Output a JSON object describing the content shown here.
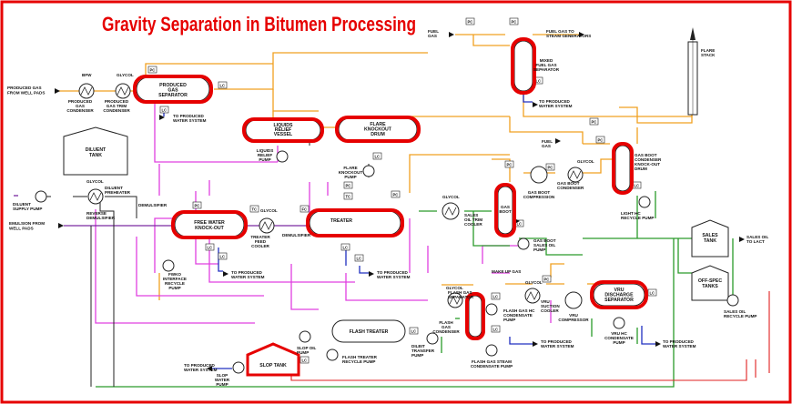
{
  "title": "Gravity Separation in Bitumen Processing",
  "colors": {
    "border": "#e60000",
    "highlight": "#e60000",
    "orange": "#f0a020",
    "magenta": "#e040e0",
    "green": "#2a9a2a",
    "blue": "#2030c0",
    "purple": "#7a2aa0",
    "red_line": "#e02020",
    "black_line": "#222222",
    "ink": "#111111"
  },
  "labels": {
    "produced_gas_from_well_pads": [
      "PRODUCED GAS",
      "FROM WELL PADS"
    ],
    "bfw": "BFW",
    "glycol": "GLYCOL",
    "produced_gas_condenser": [
      "PRODUCED",
      "GAS",
      "CONDENSER"
    ],
    "produced_gas_trim_condenser": [
      "PRODUCED",
      "GAS TRIM",
      "CONDENSER"
    ],
    "produced_gas_separator": [
      "PRODUCED",
      "GAS",
      "SEPARATOR"
    ],
    "to_produced_water_system": [
      "TO PRODUCED",
      "WATER SYSTEM"
    ],
    "liquids_relief_vessel": [
      "LIQUIDS",
      "RELIEF",
      "VESSEL"
    ],
    "liquids_relief_pump": [
      "LIQUIDS",
      "RELIEF",
      "PUMP"
    ],
    "flare_knockout_drum": [
      "FLARE",
      "KNOCKOUT",
      "DRUM"
    ],
    "flare_knockout_pump": [
      "FLARE",
      "KNOCKOUT",
      "PUMP"
    ],
    "diluent_tank": [
      "DILUENT",
      "TANK"
    ],
    "diluent_supply_pump": [
      "DILUENT",
      "SUPPLY PUMP"
    ],
    "diluent_preheater": [
      "DILUENT",
      "PREHEATER"
    ],
    "reverse_demulsifier": [
      "REVERSE",
      "DEMULSIFIER"
    ],
    "demulsifier": "DEMULSIFIER",
    "emulsion_from_well_pads": [
      "EMULSION FROM",
      "WELL PADS"
    ],
    "free_water_knockout": [
      "FREE WATER",
      "KNOCK-OUT"
    ],
    "treater_feed_cooler": [
      "TREATER",
      "FEED",
      "COOLER"
    ],
    "treater": "TREATER",
    "fwko_interface_recycle_pump": [
      "FWKO",
      "INTERFACE",
      "RECYCLE",
      "PUMP"
    ],
    "fuel_gas": [
      "FUEL",
      "GAS"
    ],
    "fuel_gas_to_steam_generators": [
      "FUEL GAS TO",
      "STEAM GENERATORS"
    ],
    "mixed_fuel_gas_separator": [
      "MIXED",
      "FUEL GAS",
      "SEPARATOR"
    ],
    "flare_stack": [
      "FLARE",
      "STACK"
    ],
    "gas_boot_condenser_knockout_drum": [
      "GAS BOOT",
      "CONDENSER",
      "KNOCK-OUT",
      "DRUM"
    ],
    "gas_boot_compression": [
      "GAS BOOT",
      "COMPRESSION"
    ],
    "gas_boot_condenser": [
      "GAS BOOT",
      "CONDENSER"
    ],
    "gas_boot": [
      "GAS",
      "BOOT"
    ],
    "sales_oil_trim_cooler": [
      "SALES",
      "OIL TRIM",
      "COOLER"
    ],
    "gas_boot_sales_oil_pump": [
      "GAS BOOT",
      "SALES OIL",
      "PUMP"
    ],
    "light_hc_recycle_pump": [
      "LIGHT HC",
      "RECYCLE PUMP"
    ],
    "sales_tank": [
      "SALES",
      "TANK"
    ],
    "sales_oil_to_lact": [
      "SALES OIL",
      "TO LACT"
    ],
    "off_spec_tanks": [
      "OFF-SPEC",
      "TANKS"
    ],
    "sales_oil_recycle_pump": [
      "SALES OIL",
      "RECYCLE PUMP"
    ],
    "make_up_gas": "MAKE UP GAS",
    "flash_gas_separator": [
      "FLASH GAS",
      "SEPARATOR"
    ],
    "flash_gas_condenser": [
      "FLASH",
      "GAS",
      "CONDENSER"
    ],
    "flash_gas_hc_condensate_pump": [
      "FLASH GAS HC",
      "CONDENSATE",
      "PUMP"
    ],
    "vru_suction_cooler": [
      "VRU",
      "SUCTION",
      "COOLER"
    ],
    "vru_compressor": [
      "VRU",
      "COMPRESSOR"
    ],
    "vru_discharge_separator": [
      "VRU",
      "DISCHARGE",
      "SEPARATOR"
    ],
    "vru_hc_condensate_pump": [
      "VRU HC",
      "CONDENSATE",
      "PUMP"
    ],
    "flash_gas_steam_condensate_pump": [
      "FLASH GAS STEAM",
      "CONDENSATE PUMP"
    ],
    "flash_treater": "FLASH TREATER",
    "diluent_transfer_pump": [
      "DILBIT",
      "TRANSFER",
      "PUMP"
    ],
    "flash_treater_recycle_pump": [
      "FLASH TREATER",
      "RECYCLE PUMP"
    ],
    "slop_oil_pump": [
      "SLOP OIL",
      "PUMP"
    ],
    "slop_tank": "SLOP TANK",
    "slop_water_pump": [
      "SLOP",
      "WATER",
      "PUMP"
    ],
    "to_produced_water_system_list": [
      "TO PRODUCED",
      "WATER SYSTEM"
    ]
  },
  "tags": {
    "pc": "PC",
    "lc": "LC",
    "fc": "FC",
    "tc": "TC"
  }
}
